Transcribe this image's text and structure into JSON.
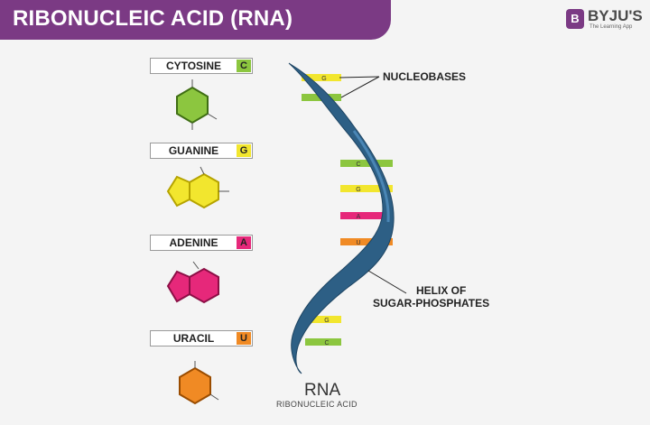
{
  "header": {
    "title": "RIBONUCLEIC ACID (RNA)"
  },
  "brand": {
    "mark": "B",
    "name": "BYJU'S",
    "tagline": "The Learning App"
  },
  "bases": [
    {
      "name": "CYTOSINE",
      "letter": "C",
      "color": "#8cc63f"
    },
    {
      "name": "GUANINE",
      "letter": "G",
      "color": "#f2e62e"
    },
    {
      "name": "ADENINE",
      "letter": "A",
      "color": "#e6287a"
    },
    {
      "name": "URACIL",
      "letter": "U",
      "color": "#f08a24"
    }
  ],
  "strand_rungs": [
    "G",
    "C",
    "C",
    "G",
    "A",
    "U",
    "G",
    "C"
  ],
  "annotations": {
    "nucleobases": "NUCLEOBASES",
    "helix_line1": "HELIX OF",
    "helix_line2": "SUGAR-PHOSPHATES"
  },
  "footer": {
    "title": "RNA",
    "subtitle": "RIBONUCLEIC ACID"
  },
  "colors": {
    "banner": "#7b3a84",
    "strand": "#2d5f85",
    "strand_light": "#4a86b5"
  }
}
